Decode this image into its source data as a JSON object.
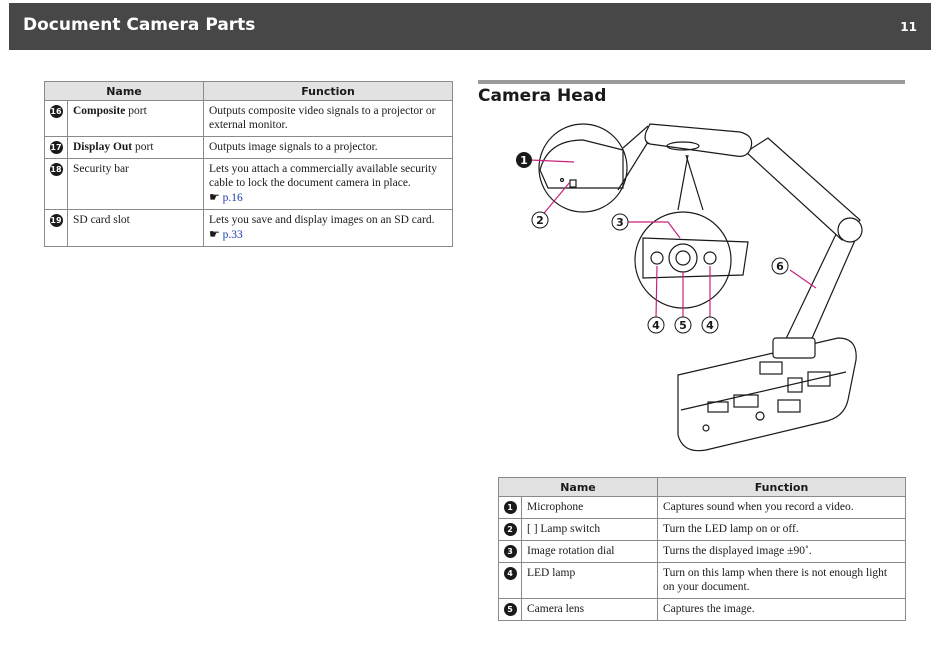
{
  "header": {
    "title": "Document Camera Parts",
    "page_number": "11"
  },
  "left_table": {
    "columns": [
      "Name",
      "Function"
    ],
    "rows": [
      {
        "num": "16",
        "name_bold": "Composite",
        "name_rest": " port",
        "function": "Outputs composite video signals to a projector or external monitor.",
        "ref": ""
      },
      {
        "num": "17",
        "name_bold": "Display Out",
        "name_rest": " port",
        "function": "Outputs image signals to a projector.",
        "ref": ""
      },
      {
        "num": "18",
        "name_bold": "",
        "name_rest": "Security bar",
        "function": "Lets you attach a commercially available security cable to lock the document camera in place.",
        "ref": "p.16"
      },
      {
        "num": "19",
        "name_bold": "",
        "name_rest": "SD card slot",
        "function": "Lets you save and display images on an SD card.",
        "ref": "p.33"
      }
    ]
  },
  "section": {
    "title": "Camera Head"
  },
  "diagram": {
    "callouts": [
      "1",
      "2",
      "3",
      "4",
      "5",
      "4",
      "6"
    ]
  },
  "right_table": {
    "columns": [
      "Name",
      "Function"
    ],
    "rows": [
      {
        "num": "1",
        "name": "Microphone",
        "function": "Captures sound when you record a video."
      },
      {
        "num": "2",
        "name": "[ ] Lamp switch",
        "function": "Turn the LED lamp on or off."
      },
      {
        "num": "3",
        "name": "Image rotation dial",
        "function": "Turns the displayed image ±90˚."
      },
      {
        "num": "4",
        "name": "LED lamp",
        "function": "Turn on this lamp when there is not enough light on your document."
      },
      {
        "num": "5",
        "name": "Camera lens",
        "function": "Captures the image."
      }
    ]
  }
}
